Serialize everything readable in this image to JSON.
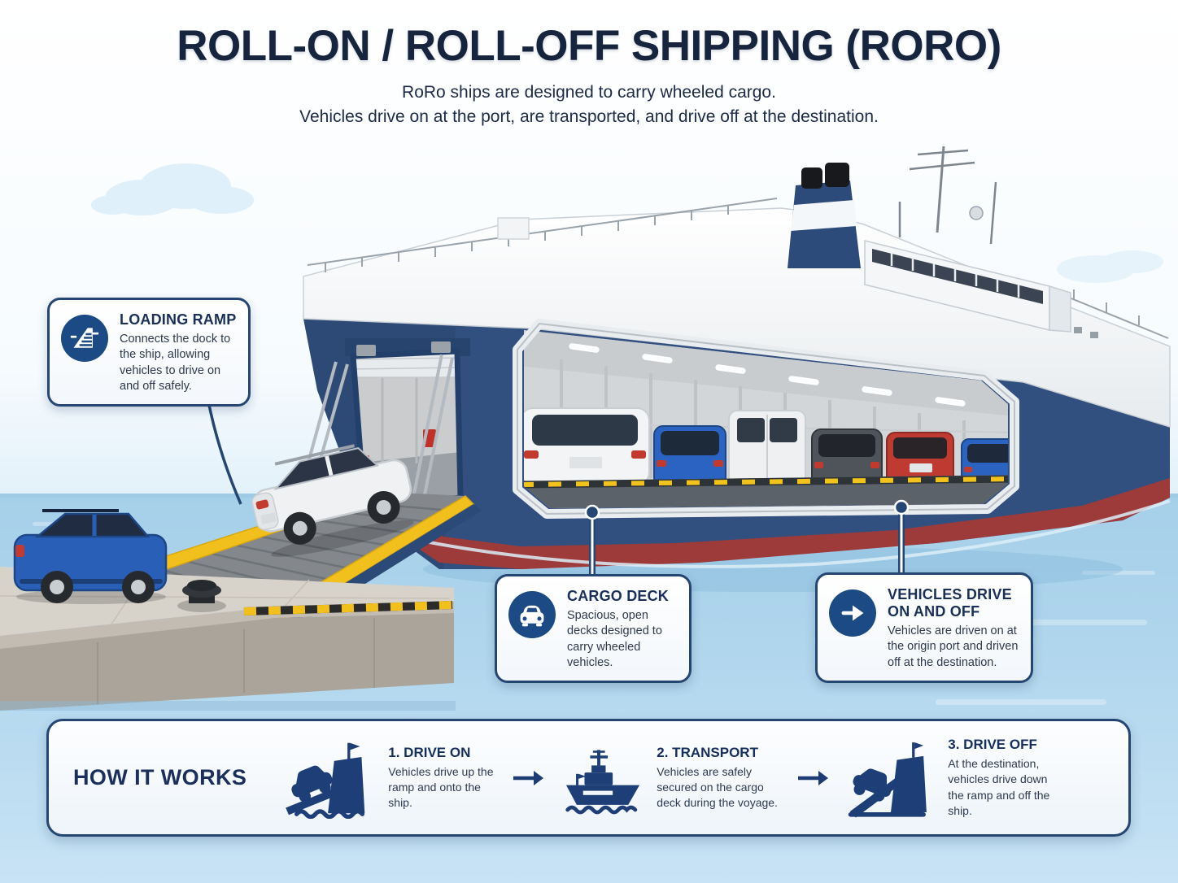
{
  "header": {
    "title": "ROLL-ON / ROLL-OFF SHIPPING (RORO)",
    "subtitle_line1": "RoRo ships are designed to carry wheeled cargo.",
    "subtitle_line2": "Vehicles drive on at the port, are transported, and drive off at the destination."
  },
  "callouts": [
    {
      "title": "LOADING RAMP",
      "body": "Connects the dock to the ship, allowing vehicles to drive on and off safely.",
      "icon": "loading-ramp-icon"
    },
    {
      "title": "CARGO DECK",
      "body": "Spacious, open decks designed to carry wheeled vehicles.",
      "icon": "car-front-icon"
    },
    {
      "title": "VEHICLES DRIVE ON AND OFF",
      "body": "Vehicles are driven on at the origin port and driven off at the destination.",
      "icon": "arrow-right-icon"
    }
  ],
  "how_it_works": {
    "title": "HOW IT WORKS",
    "steps": [
      {
        "label": "1. DRIVE ON",
        "body": "Vehicles drive up the ramp and onto the ship.",
        "icon": "car-up-ramp-icon"
      },
      {
        "label": "2. TRANSPORT",
        "body": "Vehicles are safely secured on the cargo deck during the voyage.",
        "icon": "ship-icon"
      },
      {
        "label": "3. DRIVE OFF",
        "body": "At the destination, vehicles drive down the ramp and off the ship.",
        "icon": "car-down-ramp-icon"
      }
    ]
  },
  "colors": {
    "title_text": "#16243d",
    "navy_border": "#254672",
    "icon_circle": "#1c4a85",
    "hull_navy": "#32507f",
    "hull_red": "#9d3a3a",
    "accent_yellow": "#f2c01d",
    "water": "#aad2ea",
    "dock_gray": "#d7d3cb"
  }
}
